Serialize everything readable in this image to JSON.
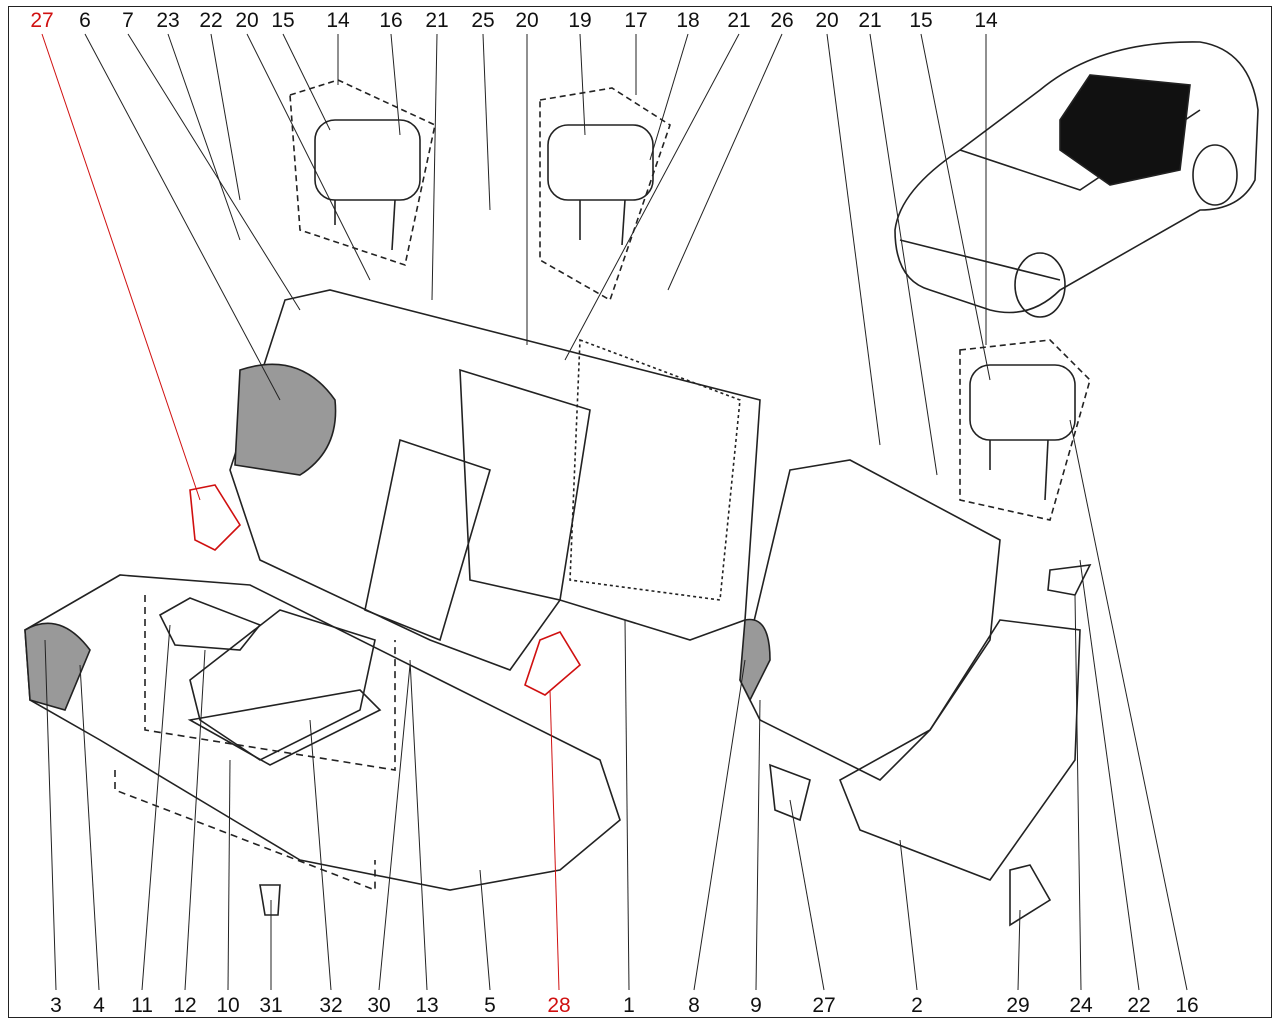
{
  "diagram": {
    "title": "Rear seat exploded parts diagram",
    "top_labels": [
      "27",
      "6",
      "7",
      "23",
      "22",
      "20",
      "15",
      "14",
      "16",
      "21",
      "25",
      "20",
      "19",
      "17",
      "18",
      "21",
      "26",
      "20",
      "21",
      "15",
      "14"
    ],
    "bottom_labels": [
      "3",
      "4",
      "11",
      "12",
      "10",
      "31",
      "32",
      "30",
      "13",
      "5",
      "28",
      "1",
      "8",
      "9",
      "27",
      "2",
      "29",
      "24",
      "22",
      "16"
    ],
    "highlight_labels": [
      "27",
      "28"
    ],
    "colors": {
      "highlight": "#d01010",
      "line": "#222222"
    }
  }
}
